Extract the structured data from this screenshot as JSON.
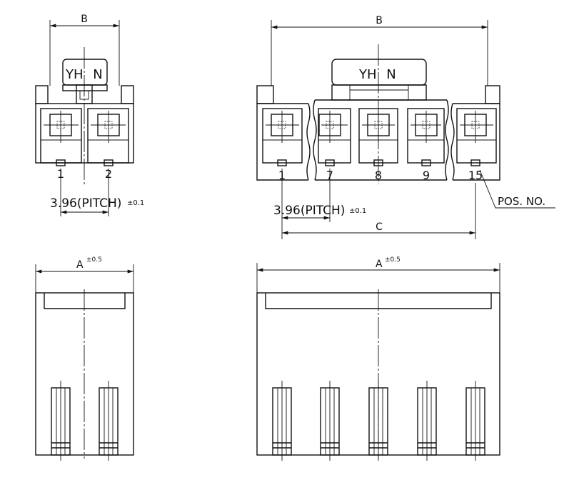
{
  "views": {
    "front_2pin": {
      "dim_b": "B",
      "label": "YH N",
      "pins": [
        "1",
        "2"
      ],
      "pitch": "3.96(PITCH)",
      "pitch_tol": "±0.1"
    },
    "front_multi": {
      "dim_b": "B",
      "label": "YH N",
      "pins": [
        "1",
        "7",
        "8",
        "9",
        "15"
      ],
      "pitch": "3.96(PITCH)",
      "pitch_tol": "±0.1",
      "dim_c": "C",
      "pos_no": "POS. NO."
    },
    "side_2pin": {
      "dim_a": "A",
      "dim_a_tol": "±0.5"
    },
    "side_multi": {
      "dim_a": "A",
      "dim_a_tol": "±0.5"
    }
  }
}
